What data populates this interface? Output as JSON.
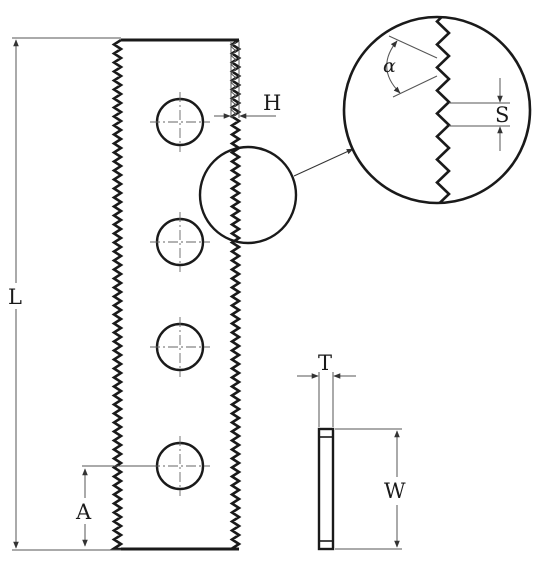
{
  "labels": {
    "length": "L",
    "tooth_height": "H",
    "tooth_pitch": "S",
    "tooth_angle": "α",
    "hole_offset": "A",
    "thickness": "T",
    "width": "W"
  },
  "colors": {
    "ink": "#1a1a1a",
    "dimension": "#555555",
    "background": "#ffffff"
  },
  "hole_count": 4
}
